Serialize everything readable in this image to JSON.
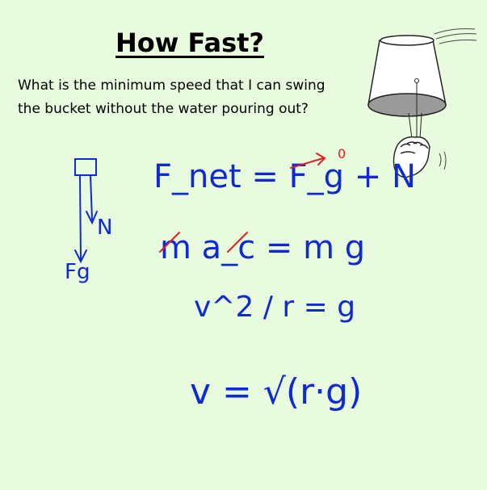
{
  "slide": {
    "title": "How Fast?",
    "question_line1": "What is the minimum speed that I can swing",
    "question_line2": "the bucket without the water pouring out?"
  },
  "handwriting": {
    "force_labels": {
      "down": "Fg",
      "up": "N"
    },
    "equations": [
      "F_net = F_g + N",
      "m a_c = m g",
      "v^2 / r = g",
      "v = √(r·g)"
    ],
    "annotation_zero": "0",
    "ink_color": "#1029d6",
    "annotation_color": "#e02020"
  },
  "colors": {
    "background": "#e9fbdf"
  }
}
